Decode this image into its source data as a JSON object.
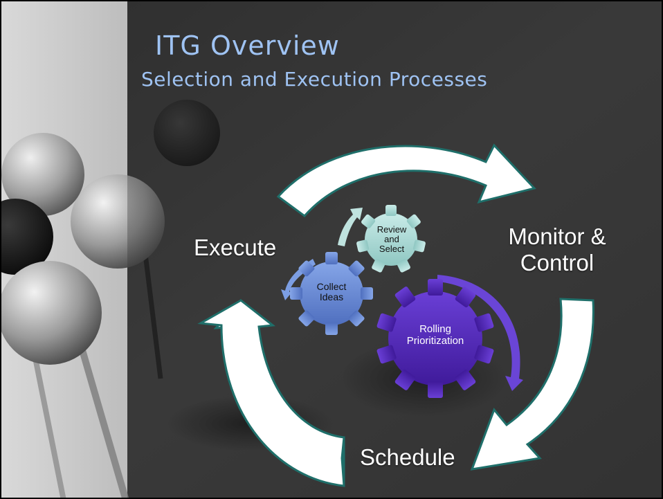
{
  "slide": {
    "title": "ITG Overview",
    "subtitle": "Selection and Execution Processes"
  },
  "outer_cycle": {
    "stages": {
      "execute": "Execute",
      "monitor_line1": "Monitor &",
      "monitor_line2": "Control",
      "schedule": "Schedule"
    }
  },
  "inner_gears": {
    "review": {
      "line1": "Review",
      "line2": "and",
      "line3": "Select",
      "color": "#a8d8d4"
    },
    "collect": {
      "line1": "Collect",
      "line2": "Ideas",
      "color": "#6f8fd8"
    },
    "rolling": {
      "line1": "Rolling",
      "line2": "Prioritization",
      "color": "#5a2fbf"
    }
  },
  "colors": {
    "title": "#9fc3f3",
    "arrow_fill": "#ffffff",
    "arrow_outline": "#1f6f6a",
    "background": "#3a3a3a"
  },
  "icons": [
    "gear-icon",
    "curved-arrow-icon"
  ]
}
